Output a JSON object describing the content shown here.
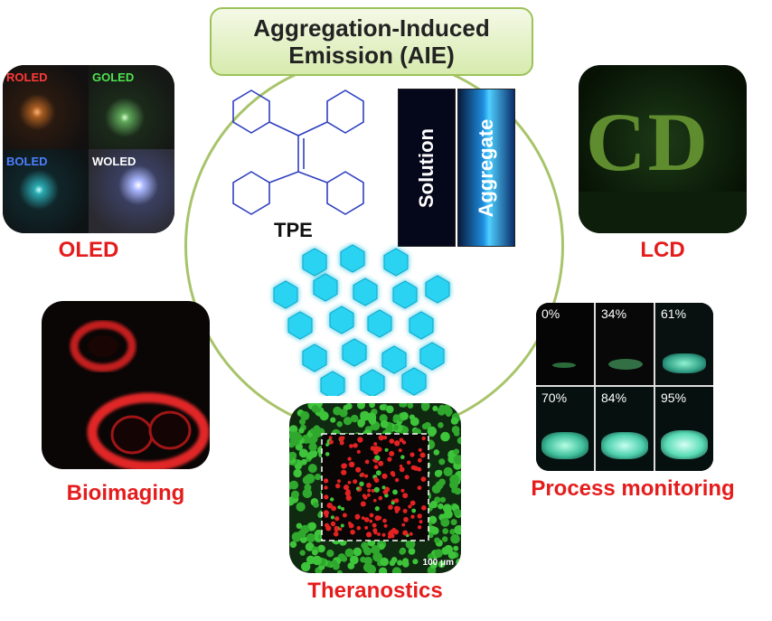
{
  "title": {
    "line1": "Aggregation-Induced",
    "line2": "Emission (AIE)"
  },
  "center": {
    "molecule_label": "TPE",
    "vial_solution": "Solution",
    "vial_aggregate": "Aggregate"
  },
  "oled": {
    "label": "OLED",
    "quadrants": [
      "ROLED",
      "GOLED",
      "BOLED",
      "WOLED"
    ]
  },
  "lcd": {
    "label": "LCD",
    "text": "CD"
  },
  "bioimaging": {
    "label": "Bioimaging"
  },
  "theranostics": {
    "label": "Theranostics",
    "scale_bar": "100 μm"
  },
  "process": {
    "label": "Process monitoring",
    "percents": [
      "0%",
      "34%",
      "61%",
      "70%",
      "84%",
      "95%"
    ]
  },
  "colors": {
    "label_red": "#e51c1c",
    "aie_cyan": "#29d3f2",
    "structure_blue": "#2e3fbf",
    "border_green": "#a8c46a"
  }
}
